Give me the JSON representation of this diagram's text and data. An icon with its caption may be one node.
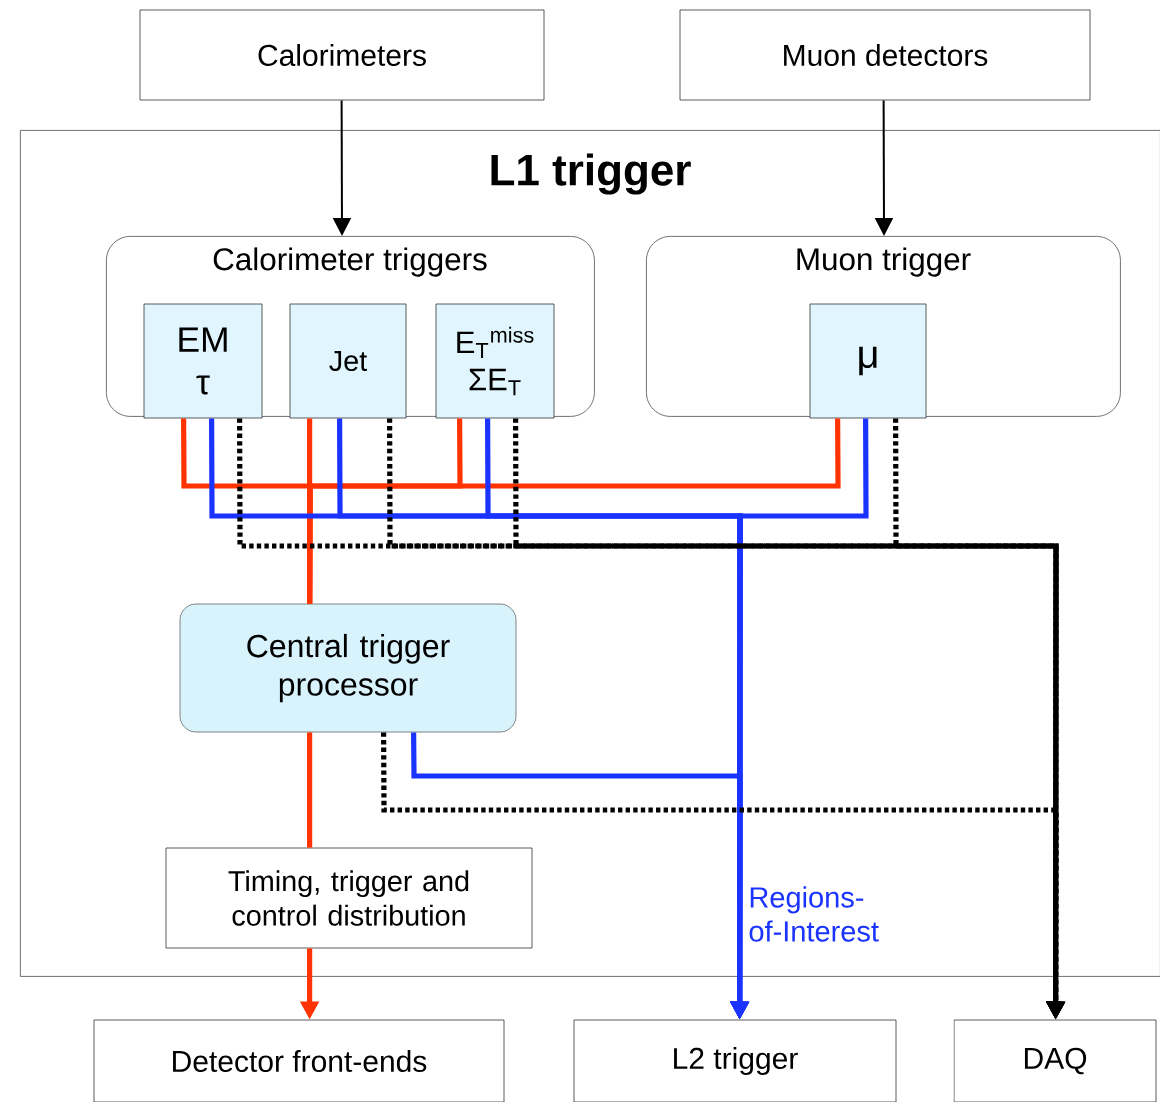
{
  "diagram": {
    "nodes": [
      {
        "text": [
          "Calorimeters"
        ]
      },
      {
        "text": [
          "Muon detectors"
        ]
      },
      {
        "text": [
          "L1 trigger"
        ]
      },
      {
        "text": [
          "Calorimeter triggers"
        ],
        "in": 2
      },
      {
        "text": [
          "Muon trigger"
        ],
        "in": 2
      },
      {
        "text": [
          "EM τ"
        ],
        "in": 3
      },
      {
        "text": [
          "Jet"
        ],
        "in": 3
      },
      {
        "text": [
          "E$_{T}$$^{miss}$ ΣE$_{T}$"
        ],
        "in": 3
      },
      {
        "text": [
          "μ"
        ],
        "in": 4
      },
      {
        "text": [
          "Central trigger processor"
        ],
        "in": 2
      },
      {
        "text": [
          "Timing, trigger and control distribution"
        ],
        "in": 2
      },
      {
        "text": [
          "Detector front-ends"
        ]
      },
      {
        "text": [
          "L2 trigger"
        ]
      },
      {
        "text": [
          "DAQ"
        ]
      }
    ],
    "edges": [
      {
        "from": 0,
        "to": 3,
        "arrow": "to"
      },
      {
        "from": 1,
        "to": 4,
        "arrow": "to"
      },
      {
        "from": 5,
        "to": 9,
        "arrow": "none",
        "color": "#ff3300"
      },
      {
        "from": 6,
        "to": 9,
        "arrow": "none",
        "color": "#ff3300"
      },
      {
        "from": 7,
        "to": 9,
        "arrow": "none",
        "color": "#ff3300"
      },
      {
        "from": 8,
        "to": 9,
        "arrow": "none",
        "color": "#ff3300"
      },
      {
        "from": 5,
        "to": 12,
        "arrow": "to",
        "color": "#1a33ff"
      },
      {
        "from": 6,
        "to": 12,
        "arrow": "to",
        "color": "#1a33ff"
      },
      {
        "from": 7,
        "to": 12,
        "arrow": "to",
        "color": "#1a33ff"
      },
      {
        "from": 8,
        "to": 12,
        "arrow": "to",
        "color": "#1a33ff"
      },
      {
        "from": 9,
        "to": 12,
        "arrow": "to",
        "color": "#1a33ff",
        "label": "Regions- of-Interest"
      },
      {
        "from": 5,
        "to": 13,
        "arrow": "to",
        "style": "dashed"
      },
      {
        "from": 6,
        "to": 13,
        "arrow": "to",
        "style": "dashed"
      },
      {
        "from": 7,
        "to": 13,
        "arrow": "to",
        "style": "dashed"
      },
      {
        "from": 8,
        "to": 13,
        "arrow": "to",
        "style": "dashed"
      },
      {
        "from": 9,
        "to": 13,
        "arrow": "to",
        "style": "dashed"
      },
      {
        "from": 9,
        "to": 10,
        "arrow": "none",
        "color": "#ff3300"
      },
      {
        "from": 10,
        "to": 11,
        "arrow": "to",
        "color": "#ff3300"
      }
    ]
  }
}
